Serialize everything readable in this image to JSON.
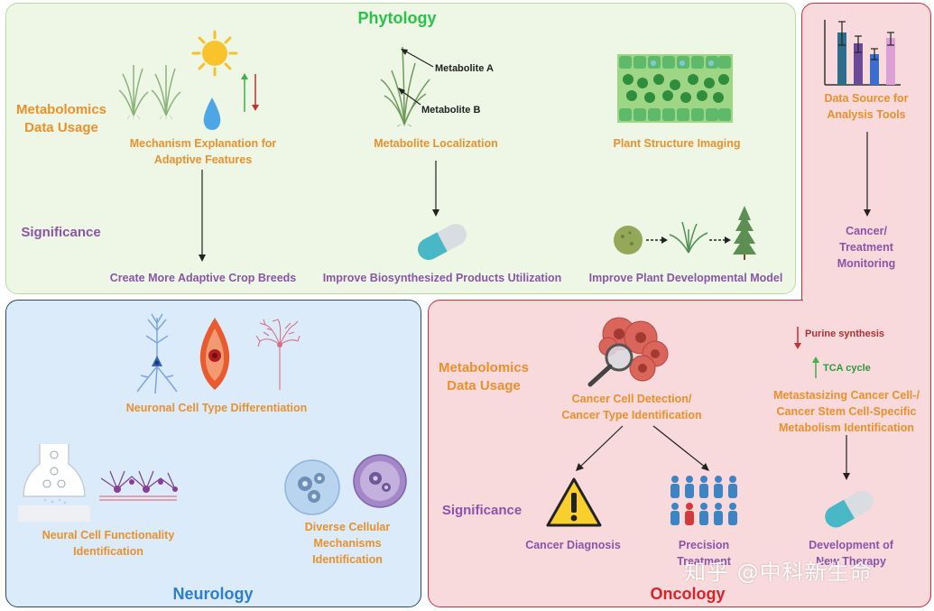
{
  "colors": {
    "phytology_bg": "#eef7e6",
    "phytology_border": "#b8dca0",
    "phytology_title": "#29c24a",
    "neurology_bg": "#dcebf9",
    "neurology_border": "#274a6e",
    "neurology_title": "#2a7fd0",
    "oncology_bg": "#f8d9dc",
    "oncology_border": "#c8303a",
    "oncology_title": "#d8232a",
    "label_orange": "#e8912d",
    "label_purple": "#8a55a8"
  },
  "phytology": {
    "title": "Phytology",
    "usage_label": "Metabolomics\nData Usage",
    "significance_label": "Significance",
    "items": [
      {
        "usage": "Mechanism Explanation for\nAdaptive Features",
        "significance": "Create More Adaptive Crop Breeds"
      },
      {
        "usage": "Metabolite Localization",
        "significance": "Improve Biosynthesized Products Utilization"
      },
      {
        "usage": "Plant Structure Imaging",
        "significance": "Improve Plant Developmental Model"
      }
    ],
    "metabolite_a": "Metabolite A",
    "metabolite_b": "Metabolite B"
  },
  "analysis": {
    "source": "Data Source for\nAnalysis Tools",
    "monitoring": "Cancer/\nTreatment\nMonitoring"
  },
  "neurology": {
    "title": "Neurology",
    "items": [
      "Neuronal Cell Type Differentiation",
      "Neural Cell Functionality\nIdentification",
      "Diverse Cellular\nMechanisms\nIdentification"
    ]
  },
  "oncology": {
    "title": "Oncology",
    "usage_label": "Metabolomics\nData Usage",
    "significance_label": "Significance",
    "detection": "Cancer Cell Detection/\nCancer Type Identification",
    "diagnosis": "Cancer Diagnosis",
    "precision": "Precision\nTreatment",
    "metastasizing": "Metastasizing Cancer Cell-/\nCancer Stem Cell-Specific\nMetabolism Identification",
    "purine": "Purine synthesis",
    "tca": "TCA cycle",
    "therapy": "Development of\nNew Therapy"
  },
  "watermark": "知乎 @中科新生命"
}
